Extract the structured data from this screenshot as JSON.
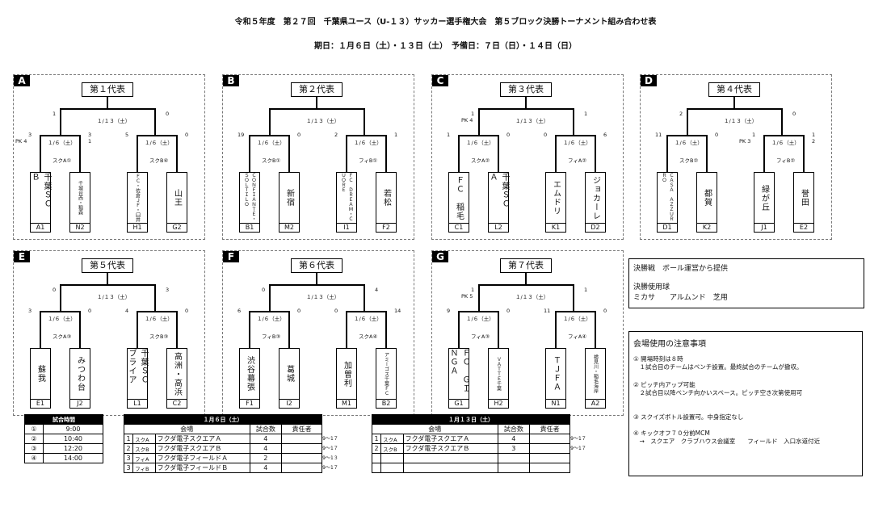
{
  "header": {
    "title": "令和５年度　第２７回　千葉県ユース（U-１３）サッカー選手権大会　第５ブロック決勝トーナメント組み合わせ表",
    "dates": "期日：１月６日（土）・１３日（土）　予備日：７日（日）・１４日（日）"
  },
  "blocks": [
    {
      "letter": "A",
      "title": "第１代表",
      "final_date": "１/１３（土）",
      "final_score_left": "1",
      "final_score_right": "0",
      "final_pk": "",
      "semis": [
        {
          "date": "１/６（土）",
          "venue": "スクA①",
          "score_left": "3",
          "score_right": "3",
          "pk_left": "PK 4",
          "pk_right": "1"
        },
        {
          "date": "１/６（土）",
          "venue": "スクB④",
          "score_left": "5",
          "score_right": "0",
          "pk_left": "",
          "pk_right": ""
        }
      ],
      "teams": [
        {
          "name": "千葉ＳＣ　Ｂ",
          "code": "A1",
          "small": false
        },
        {
          "name": "千城台西・稲森",
          "code": "N2",
          "small": true
        },
        {
          "name": "ＦＣ・佐倉ＪＦ・臼井",
          "code": "H1",
          "small": true
        },
        {
          "name": "山王",
          "code": "G2",
          "small": false
        }
      ]
    },
    {
      "letter": "B",
      "title": "第２代表",
      "final_date": "１/１３（土）",
      "final_score_left": "",
      "final_score_right": "",
      "final_pk": "",
      "semis": [
        {
          "date": "１/６（土）",
          "venue": "スクB①",
          "score_left": "19",
          "score_right": "0",
          "pk_left": "",
          "pk_right": ""
        },
        {
          "date": "１/６（土）",
          "venue": "フィB①",
          "score_left": "2",
          "score_right": "1",
          "pk_left": "",
          "pk_right": ""
        }
      ],
      "teams": [
        {
          "name": "ＣＯＮＦＩＡＮＴＥ・ＳＯＬＴＩＬＯ",
          "code": "B1",
          "small": true
        },
        {
          "name": "新宿",
          "code": "M2",
          "small": false
        },
        {
          "name": "ＦＣ　ＤＲＥＡＭ・ＣＵＯＲＥ",
          "code": "I1",
          "small": true
        },
        {
          "name": "若松",
          "code": "F2",
          "small": false
        }
      ]
    },
    {
      "letter": "C",
      "title": "第３代表",
      "final_date": "１/１３（土）",
      "final_score_left": "1",
      "final_score_right": "1",
      "final_pk": "PK 4",
      "semis": [
        {
          "date": "１/６（土）",
          "venue": "スクA②",
          "score_left": "1",
          "score_right": "0",
          "pk_left": "",
          "pk_right": ""
        },
        {
          "date": "１/６（土）",
          "venue": "フィA②",
          "score_left": "0",
          "score_right": "6",
          "pk_left": "",
          "pk_right": ""
        }
      ],
      "teams": [
        {
          "name": "ＦＣ　稲毛",
          "code": "C1",
          "small": false
        },
        {
          "name": "千葉ＳＣ　Ａ",
          "code": "L2",
          "small": false
        },
        {
          "name": "エムドリ",
          "code": "K1",
          "small": false
        },
        {
          "name": "ジョカーレ",
          "code": "D2",
          "small": false
        }
      ]
    },
    {
      "letter": "D",
      "title": "第４代表",
      "final_date": "１/１３（土）",
      "final_score_left": "2",
      "final_score_right": "0",
      "final_pk": "",
      "semis": [
        {
          "date": "１/６（土）",
          "venue": "スクB②",
          "score_left": "11",
          "score_right": "0",
          "pk_left": "",
          "pk_right": ""
        },
        {
          "date": "１/６（土）",
          "venue": "フィB②",
          "score_left": "1",
          "score_right": "1",
          "pk_left": "PK 3",
          "pk_right": "2"
        }
      ],
      "teams": [
        {
          "name": "ＣＡＳＡ　ＡＺＺＵＲＲＯ",
          "code": "D1",
          "small": true
        },
        {
          "name": "都賀",
          "code": "K2",
          "small": false
        },
        {
          "name": "緑が丘",
          "code": "J1",
          "small": false
        },
        {
          "name": "誉田",
          "code": "E2",
          "small": false
        }
      ]
    },
    {
      "letter": "E",
      "title": "第５代表",
      "final_date": "１/１３（土）",
      "final_score_left": "0",
      "final_score_right": "3",
      "final_pk": "",
      "semis": [
        {
          "date": "１/６（土）",
          "venue": "スクA③",
          "score_left": "3",
          "score_right": "0",
          "pk_left": "",
          "pk_right": ""
        },
        {
          "date": "１/６（土）",
          "venue": "スクB③",
          "score_left": "4",
          "score_right": "0",
          "pk_left": "",
          "pk_right": ""
        }
      ],
      "teams": [
        {
          "name": "蘇我",
          "code": "E1",
          "small": false
        },
        {
          "name": "みつわ台",
          "code": "J2",
          "small": false
        },
        {
          "name": "千葉ＳＣ　ブライア",
          "code": "L1",
          "small": false
        },
        {
          "name": "高洲・高浜",
          "code": "C2",
          "small": false
        }
      ]
    },
    {
      "letter": "F",
      "title": "第６代表",
      "final_date": "１/１３（土）",
      "final_score_left": "0",
      "final_score_right": "4",
      "final_pk": "",
      "semis": [
        {
          "date": "１/６（土）",
          "venue": "フィB③",
          "score_left": "6",
          "score_right": "0",
          "pk_left": "",
          "pk_right": ""
        },
        {
          "date": "１/６（土）",
          "venue": "スクA④",
          "score_left": "0",
          "score_right": "14",
          "pk_left": "",
          "pk_right": ""
        }
      ],
      "teams": [
        {
          "name": "渋谷幕張",
          "code": "F1",
          "small": false
        },
        {
          "name": "葛城",
          "code": "I2",
          "small": false
        },
        {
          "name": "加曽利",
          "code": "M1",
          "small": false
        },
        {
          "name": "アミーゴス千葉ＦＣ",
          "code": "B2",
          "small": true
        }
      ]
    },
    {
      "letter": "G",
      "title": "第７代表",
      "final_date": "１/１３（土）",
      "final_score_left": "1",
      "final_score_right": "1",
      "final_pk": "PK 5",
      "semis": [
        {
          "date": "１/６（土）",
          "venue": "フィA③",
          "score_left": "9",
          "score_right": "0",
          "pk_left": "",
          "pk_right": ""
        },
        {
          "date": "１/６（土）",
          "venue": "フィA④",
          "score_left": "11",
          "score_right": "0",
          "pk_left": "",
          "pk_right": ""
        }
      ],
      "teams": [
        {
          "name": "ＦＣ　ＧＩＮＧＡ",
          "code": "G1",
          "small": false
        },
        {
          "name": "ＶＡＴＴＥ千葉",
          "code": "H2",
          "small": true
        },
        {
          "name": "ＴＪＦＡ",
          "code": "N1",
          "small": false
        },
        {
          "name": "検見川・稲毛海岸",
          "code": "A2",
          "small": true
        }
      ]
    }
  ],
  "final_ball": {
    "line1": "決勝戦　ボール運営から提供",
    "line2": "決勝使用球",
    "line3": "ミカサ　　アルムンド　芝用"
  },
  "venue_notes": {
    "title": "会場使用の注意事項",
    "items": [
      "① 開場時刻は８時",
      "　１試合目のチームはベンチ設置。最終試合のチームが撤収。",
      "② ピッチ内アップ可能",
      "　２試合目以降ベンチ向かいスペース。ピッチ空き次第使用可",
      "③ スクイズボトル設置可。中身指定なし",
      "④ キックオフ７０分前MCM",
      "　→　スクエア　クラブハウス会議室　　フィールド　入口水道付近"
    ]
  },
  "time_table": {
    "header": "試合時間",
    "rows": [
      [
        "①",
        "9:00"
      ],
      [
        "②",
        "10:40"
      ],
      [
        "③",
        "12:20"
      ],
      [
        "④",
        "14:00"
      ]
    ]
  },
  "schedule_jan6": {
    "title": "１月６日（土）",
    "cols": [
      "会場",
      "試合数",
      "責任者"
    ],
    "rows": [
      [
        "1",
        "スクA",
        "フクダ電子スクエアＡ",
        "4",
        "",
        "9〜1７"
      ],
      [
        "2",
        "スクB",
        "フクダ電子スクエアＢ",
        "4",
        "",
        "9〜1７"
      ],
      [
        "3",
        "フィA",
        "フクダ電子フィールドＡ",
        "2",
        "",
        "9〜1３"
      ],
      [
        "3",
        "フィB",
        "フクダ電子フィールドＢ",
        "4",
        "",
        "9〜1７"
      ]
    ]
  },
  "schedule_jan13": {
    "title": "１月１３日（土）",
    "cols": [
      "会場",
      "試合数",
      "責任者"
    ],
    "rows": [
      [
        "1",
        "スクA",
        "フクダ電子スクエアＡ",
        "4",
        "",
        "9〜1７"
      ],
      [
        "2",
        "スクB",
        "フクダ電子スクエアＢ",
        "3",
        "",
        "9〜1７"
      ],
      [
        "",
        "",
        "",
        "",
        "",
        ""
      ],
      [
        "",
        "",
        "",
        "",
        "",
        ""
      ]
    ]
  }
}
